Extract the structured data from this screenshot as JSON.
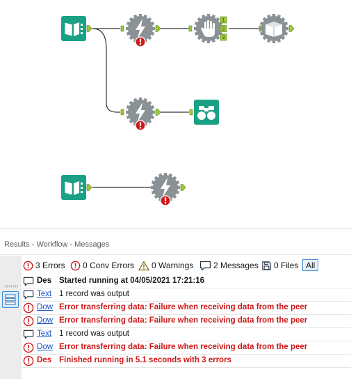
{
  "panel": {
    "title": "Results - Workflow - Messages"
  },
  "filters": {
    "errors": "3 Errors",
    "conv_errors": "0 Conv Errors",
    "warnings": "0 Warnings",
    "messages": "2 Messages",
    "files": "0 Files",
    "all": "All"
  },
  "messages": [
    {
      "type": "message",
      "tool": "Des",
      "text": "Started running at 04/05/2021 17:21:16"
    },
    {
      "type": "message",
      "tool": "Text",
      "text": "1 record was output"
    },
    {
      "type": "error",
      "tool": "Dow",
      "text": "Error transferring data: Failure when receiving data from the peer"
    },
    {
      "type": "error",
      "tool": "Dow",
      "text": "Error transferring data: Failure when receiving data from the peer"
    },
    {
      "type": "message",
      "tool": "Text",
      "text": "1 record was output"
    },
    {
      "type": "error",
      "tool": "Dow",
      "text": "Error transferring data: Failure when receiving data from the peer"
    },
    {
      "type": "error",
      "tool": "Des",
      "text": "Finished running in 5.1 seconds with 3 errors"
    }
  ],
  "canvas_tools": [
    {
      "id": "text-input-1",
      "icon": "book-input-icon"
    },
    {
      "id": "download-1",
      "icon": "lightning-icon",
      "error": true
    },
    {
      "id": "filter-1",
      "icon": "hand-stop-icon",
      "anchors": [
        "1",
        "2",
        "3"
      ]
    },
    {
      "id": "output-1",
      "icon": "open-book-icon"
    },
    {
      "id": "download-2",
      "icon": "lightning-icon",
      "error": true
    },
    {
      "id": "browse-1",
      "icon": "binoculars-icon"
    },
    {
      "id": "text-input-2",
      "icon": "book-input-icon"
    },
    {
      "id": "download-3",
      "icon": "lightning-icon",
      "error": true
    }
  ],
  "colors": {
    "teal": "#1aa085",
    "gear_gray": "#8a9296",
    "anchor_green": "#9bc93a",
    "error_red": "#d01818",
    "link_blue": "#1a55c8"
  }
}
